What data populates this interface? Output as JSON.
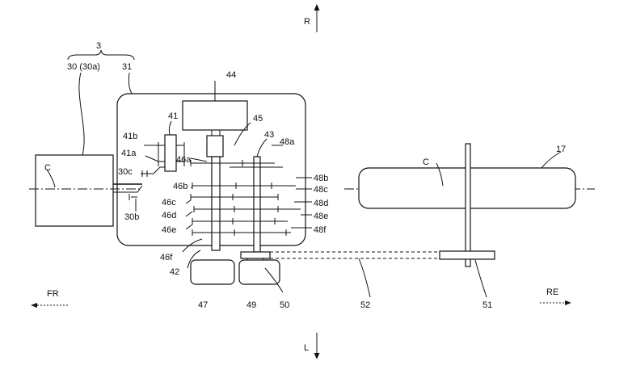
{
  "labels": {
    "l_3": "3",
    "l_30": "30 (30a)",
    "l_31": "31",
    "l_44": "44",
    "l_45": "45",
    "l_41": "41",
    "l_43": "43",
    "l_41b": "41b",
    "l_48a": "48a",
    "l_41a": "41a",
    "l_46a": "46a",
    "l_30c": "30c",
    "l_C_left": "C",
    "l_C_right": "C",
    "l_17": "17",
    "l_48b": "48b",
    "l_46b": "46b",
    "l_48c": "48c",
    "l_30b": "30b",
    "l_46c": "46c",
    "l_48d": "48d",
    "l_46d": "46d",
    "l_48e": "48e",
    "l_46e": "46e",
    "l_48f": "48f",
    "l_46f": "46f",
    "l_42": "42",
    "l_47": "47",
    "l_49": "49",
    "l_50": "50",
    "l_52": "52",
    "l_51": "51",
    "l_R": "R",
    "l_L": "L",
    "l_FR": "FR",
    "l_RE": "RE"
  }
}
